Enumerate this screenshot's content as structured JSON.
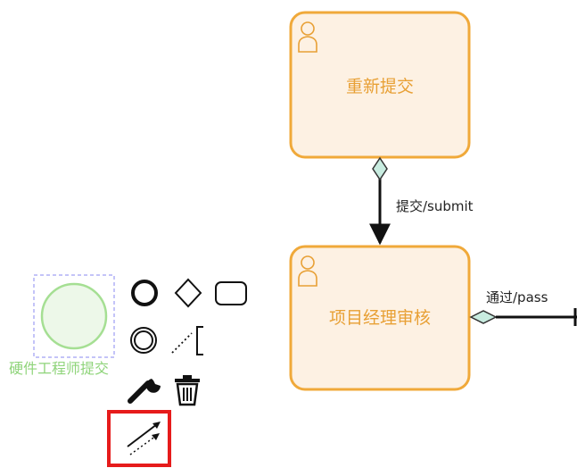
{
  "tasks": [
    {
      "id": "resubmit",
      "label": "重新提交",
      "type": "user-task"
    },
    {
      "id": "pm-review",
      "label": "项目经理审核",
      "type": "user-task"
    }
  ],
  "flows": [
    {
      "id": "submit-flow",
      "label": "提交/submit"
    },
    {
      "id": "pass-flow",
      "label": "通过/pass"
    }
  ],
  "start_event": {
    "label": "硬件工程师提交"
  },
  "context_pad": {
    "items": [
      "append-end-event-icon",
      "append-gateway-icon",
      "append-task-icon",
      "append-intermediate-event-icon",
      "append-text-annotation-icon",
      "change-type-wrench-icon",
      "delete-trash-icon",
      "connect-arrow-icon"
    ],
    "highlighted": "connect-arrow-icon"
  },
  "colors": {
    "task_fill": "#fdf1e3",
    "task_stroke": "#f0a93a",
    "task_text": "#e8a035",
    "start_fill": "#edf8e9",
    "start_stroke": "#a5df93",
    "start_text": "#8fd47a",
    "flow_stroke": "#111111",
    "diamond_fill": "#c8ece0",
    "selection": "#8a8af0",
    "highlight_box": "#e61b1b"
  }
}
